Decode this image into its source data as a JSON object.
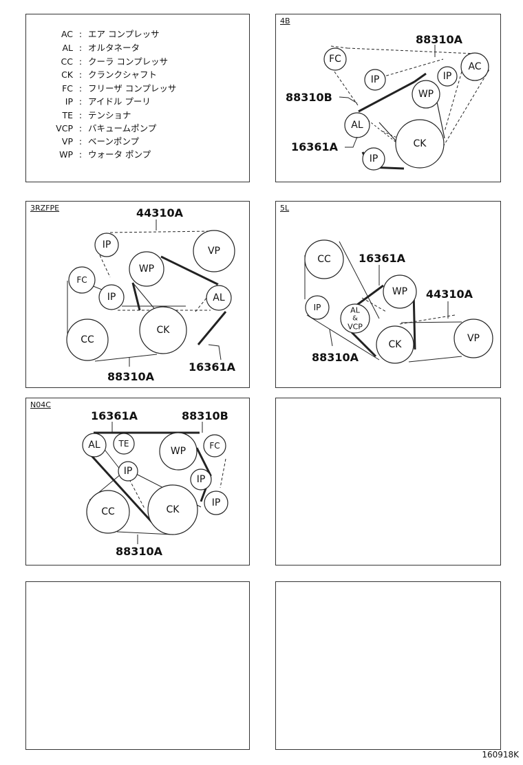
{
  "legend": [
    {
      "code": "AC",
      "label": "エア コンプレッサ"
    },
    {
      "code": "AL",
      "label": "オルタネータ"
    },
    {
      "code": "CC",
      "label": "クーラ コンプレッサ"
    },
    {
      "code": "CK",
      "label": "クランクシャフト"
    },
    {
      "code": "FC",
      "label": "フリーザ コンプレッサ"
    },
    {
      "code": "IP",
      "label": "アイドル プーリ"
    },
    {
      "code": "TE",
      "label": "テンショナ"
    },
    {
      "code": "VCP",
      "label": "バキュームポンプ"
    },
    {
      "code": "VP",
      "label": "ベーンポンプ"
    },
    {
      "code": "WP",
      "label": "ウォータ ポンプ"
    }
  ],
  "legend_separator": ":",
  "panels": {
    "p4b": {
      "tag": "4B",
      "pulleys": {
        "fc": "FC",
        "ip1": "IP",
        "ip2": "IP",
        "ac": "AC",
        "wp": "WP",
        "al": "AL",
        "ck": "CK",
        "ip3": "IP"
      },
      "parts": {
        "a": "88310A",
        "b": "88310B",
        "c": "16361A"
      }
    },
    "p3rz": {
      "tag": "3RZFPE",
      "pulleys": {
        "ip1": "IP",
        "vp": "VP",
        "wp": "WP",
        "fc": "FC",
        "ip2": "IP",
        "al": "AL",
        "cc": "CC",
        "ck": "CK"
      },
      "parts": {
        "a": "44310A",
        "b": "16361A",
        "c": "88310A"
      }
    },
    "p5l": {
      "tag": "5L",
      "pulleys": {
        "cc": "CC",
        "wp": "WP",
        "ip": "IP",
        "al": "AL",
        "amp": "&",
        "vcp": "VCP",
        "ck": "CK",
        "vp": "VP"
      },
      "parts": {
        "a": "16361A",
        "b": "44310A",
        "c": "88310A"
      }
    },
    "pn04c": {
      "tag": "N04C",
      "pulleys": {
        "al": "AL",
        "te": "TE",
        "wp": "WP",
        "fc": "FC",
        "ip1": "IP",
        "ip2": "IP",
        "ip3": "IP",
        "cc": "CC",
        "ck": "CK"
      },
      "parts": {
        "a": "16361A",
        "b": "88310B",
        "c": "88310A"
      }
    }
  },
  "footer": "160918K"
}
